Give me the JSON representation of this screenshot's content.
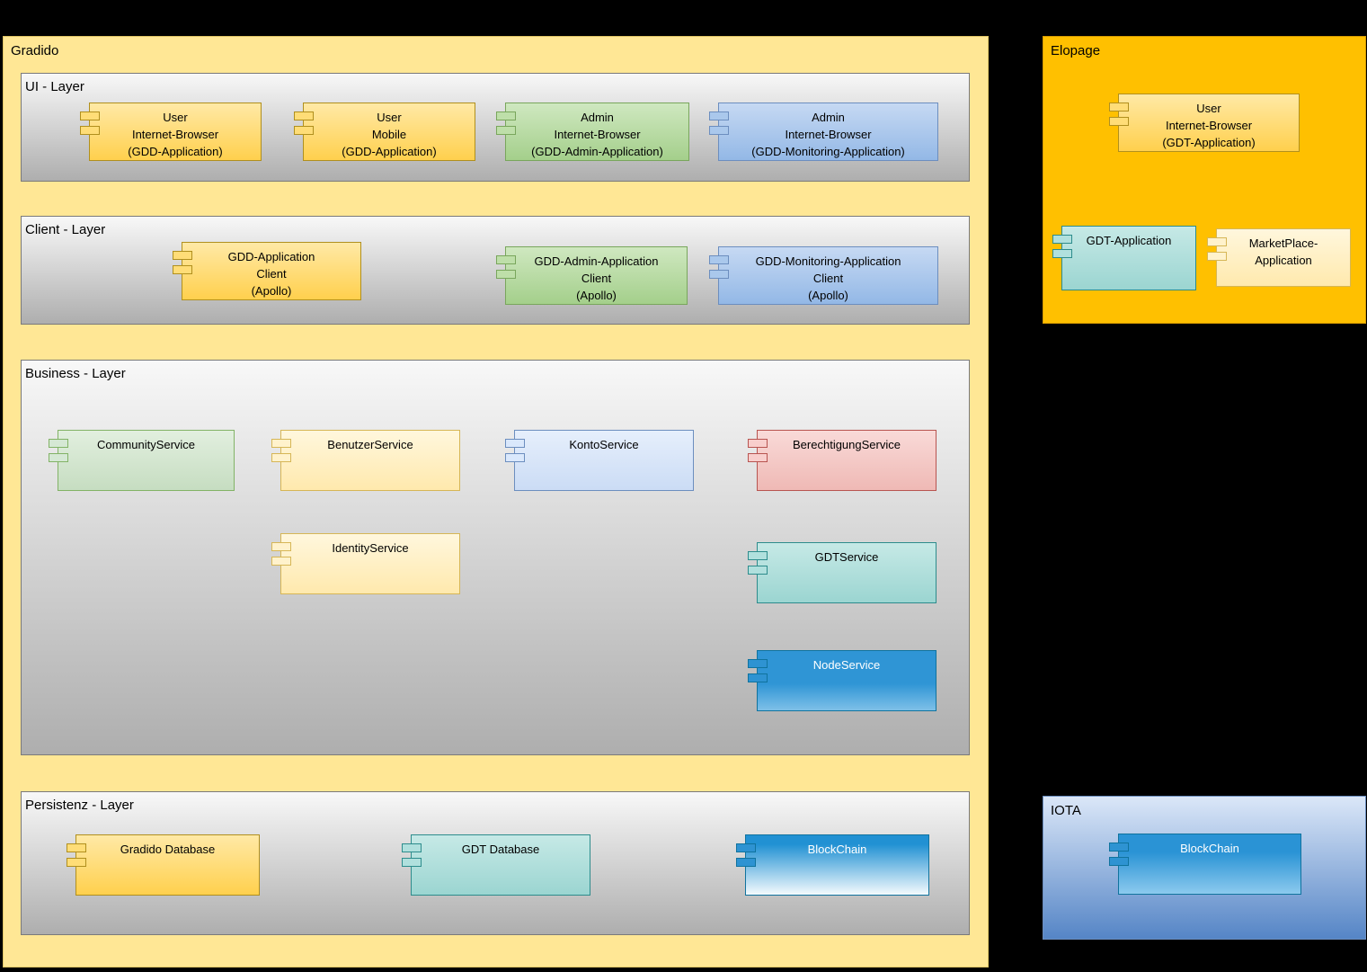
{
  "gradido": {
    "title": "Gradido",
    "ui_layer": {
      "title": "UI - Layer",
      "components": [
        {
          "label": "User\nInternet-Browser\n(GDD-Application)",
          "fill": "#ffd966"
        },
        {
          "label": "User\nMobile\n(GDD-Application)",
          "fill": "#ffd966"
        },
        {
          "label": "Admin\nInternet-Browser\n(GDD-Admin-Application)",
          "fill": "#b5d7a8"
        },
        {
          "label": "Admin\nInternet-Browser\n(GDD-Monitoring-Application)",
          "fill": "#a2c1e8"
        }
      ]
    },
    "client_layer": {
      "title": "Client - Layer",
      "components": [
        {
          "label": "GDD-Application\nClient\n(Apollo)",
          "fill": "#ffd966"
        },
        {
          "label": "GDD-Admin-Application\nClient\n(Apollo)",
          "fill": "#b5d7a8"
        },
        {
          "label": "GDD-Monitoring-Application\nClient\n(Apollo)",
          "fill": "#a2c1e8"
        }
      ]
    },
    "business_layer": {
      "title": "Business - Layer",
      "components": [
        {
          "label": "CommunityService",
          "fill": "#d5e8d4"
        },
        {
          "label": "BenutzerService",
          "fill": "#fff2cc"
        },
        {
          "label": "KontoService",
          "fill": "#dae8fc"
        },
        {
          "label": "BerechtigungService",
          "fill": "#f8cecc"
        },
        {
          "label": "IdentityService",
          "fill": "#fff2cc"
        },
        {
          "label": "GDTService",
          "fill": "#b0e0dd"
        },
        {
          "label": "NodeService",
          "fill": "#2191d3"
        }
      ]
    },
    "persistenz_layer": {
      "title": "Persistenz - Layer",
      "components": [
        {
          "label": "Gradido Database",
          "fill": "#ffd966"
        },
        {
          "label": "GDT Database",
          "fill": "#b0e0dd"
        },
        {
          "label": "BlockChain",
          "fill": "#2191d3"
        }
      ]
    }
  },
  "elopage": {
    "title": "Elopage",
    "components": [
      {
        "label": "User\nInternet-Browser\n(GDT-Application)",
        "fill": "#ffe599"
      },
      {
        "label": "GDT-Application",
        "fill": "#b0e0dd"
      },
      {
        "label": "MarketPlace-\nApplication",
        "fill": "#fff2cc"
      }
    ]
  },
  "iota": {
    "title": "IOTA",
    "components": [
      {
        "label": "BlockChain",
        "fill": "#2191d3"
      }
    ]
  },
  "palette": {
    "canvas_background": "#000000",
    "gradido_fill": "#ffe795",
    "elopage_fill": "#ffc000",
    "iota_fill_top": "#dbe7f8",
    "iota_fill_bottom": "#5585c6",
    "layer_fill_top": "#f8f8f8",
    "layer_fill_bottom": "#aeaeae",
    "bright_blue_component": "#2191d3"
  }
}
